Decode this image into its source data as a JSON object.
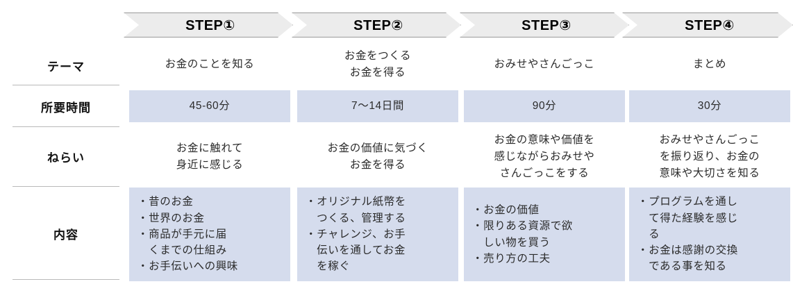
{
  "row_labels": [
    {
      "key": "theme",
      "label": "テーマ"
    },
    {
      "key": "duration",
      "label": "所要時間"
    },
    {
      "key": "aim",
      "label": "ねらい"
    },
    {
      "key": "content",
      "label": "内容"
    }
  ],
  "steps": [
    {
      "header": "STEP①"
    },
    {
      "header": "STEP②"
    },
    {
      "header": "STEP③"
    },
    {
      "header": "STEP④"
    }
  ],
  "theme": [
    {
      "lines": [
        "お金のことを知る"
      ]
    },
    {
      "lines": [
        "お金をつくる",
        "お金を得る"
      ]
    },
    {
      "lines": [
        "おみせやさんごっこ"
      ]
    },
    {
      "lines": [
        "まとめ"
      ]
    }
  ],
  "duration": [
    {
      "lines": [
        "45-60分"
      ]
    },
    {
      "lines": [
        "7〜14日間"
      ]
    },
    {
      "lines": [
        "90分"
      ]
    },
    {
      "lines": [
        "30分"
      ]
    }
  ],
  "aim": [
    {
      "lines": [
        "お金に触れて",
        "身近に感じる"
      ]
    },
    {
      "lines": [
        "お金の価値に気づく",
        "お金を得る"
      ]
    },
    {
      "lines": [
        "お金の意味や価値を",
        "感じながらおみせや",
        "さんごっこをする"
      ]
    },
    {
      "lines": [
        "おみせやさんごっこ",
        "を振り返り、お金の",
        "意味や大切さを知る"
      ]
    }
  ],
  "content": [
    {
      "lines": [
        "・昔のお金",
        "・世界のお金",
        "・商品が手元に届",
        "　くまでの仕組み",
        "・お手伝いへの興味"
      ]
    },
    {
      "lines": [
        "・オリジナル紙幣を",
        "　つくる、管理する",
        "・チャレンジ、お手",
        "　伝いを通してお金",
        "　を稼ぐ"
      ]
    },
    {
      "lines": [
        "・お金の価値",
        "・限りある資源で欲",
        "　しい物を買う",
        "・売り方の工夫"
      ]
    },
    {
      "lines": [
        "・プログラムを通し",
        "　て得た経験を感じ",
        "　る",
        "・お金は感謝の交換",
        "　である事を知る"
      ]
    }
  ],
  "colors": {
    "shaded_cell": "#d5dced",
    "chevron_fill": "#ececec",
    "chevron_border": "#9a9a9a",
    "rule": "#b9b9b9",
    "text": "#2b2b2b",
    "label_text": "#111111"
  }
}
